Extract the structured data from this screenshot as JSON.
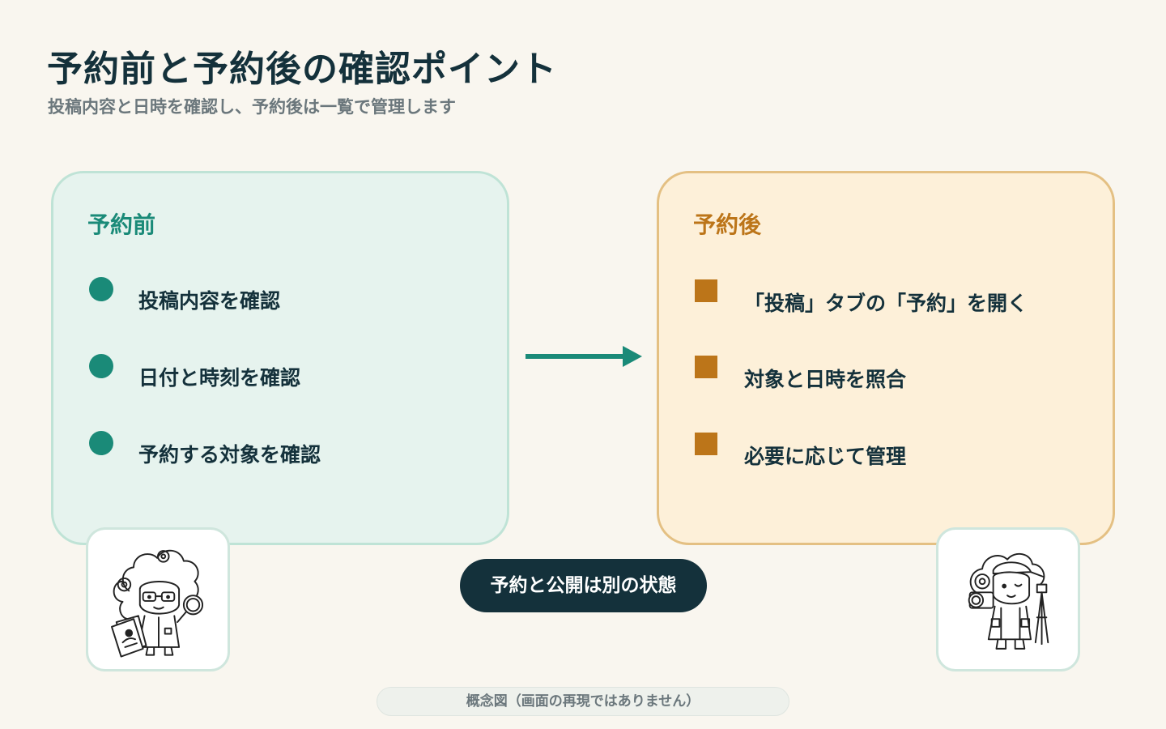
{
  "header": {
    "title": "予約前と予約後の確認ポイント",
    "subtitle": "投稿内容と日時を確認し、予約後は一覧で管理します"
  },
  "before": {
    "title": "予約前",
    "items": [
      {
        "label": "投稿内容を確認"
      },
      {
        "label": "日付と時刻を確認"
      },
      {
        "label": "予約する対象を確認"
      }
    ]
  },
  "after": {
    "title": "予約後",
    "items": [
      {
        "label": "「投稿」タブの「予約」を開く"
      },
      {
        "label": "対象と日時を照合"
      },
      {
        "label": "必要に応じて管理"
      }
    ]
  },
  "center_badge": "予約と公開は別の状態",
  "footnote": "概念図（画面の再現ではありません）",
  "colors": {
    "background": "#f9f6ef",
    "teal": "#1a8a78",
    "amber": "#bc7519",
    "navy": "#14313b"
  },
  "icons": {
    "before_bullet": "teal-circle-bullet",
    "after_bullet": "amber-square-bullet",
    "transition": "right-arrow-icon",
    "mascot_left": "detective-sheep-mascot",
    "mascot_right": "photographer-sheep-mascot"
  }
}
